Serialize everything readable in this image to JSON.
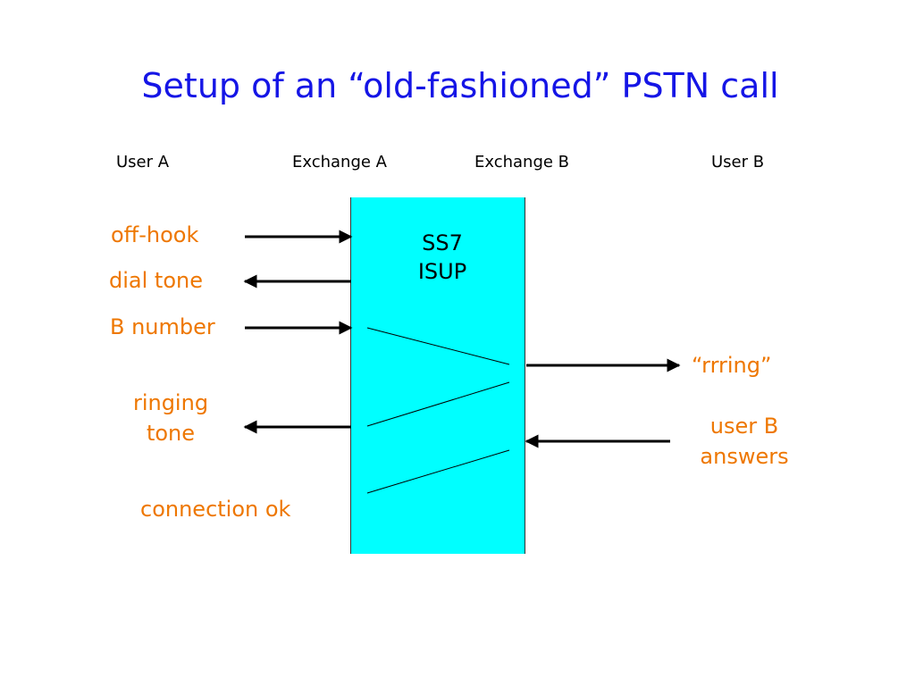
{
  "title": "Setup of an “old-fashioned” PSTN call",
  "columns": {
    "user_a": "User A",
    "exchange_a": "Exchange A",
    "exchange_b": "Exchange B",
    "user_b": "User B"
  },
  "protocol": {
    "line1": "SS7",
    "line2": "ISUP"
  },
  "events": {
    "off_hook": "off-hook",
    "dial_tone": "dial tone",
    "b_number": "B number",
    "ringing_tone_1": "ringing",
    "ringing_tone_2": "tone",
    "connection_ok": "connection ok",
    "rrring": "“rrring”",
    "user_b_answers_1": "user B",
    "user_b_answers_2": "answers"
  },
  "colors": {
    "title": "#1515e6",
    "event_label": "#ee7700",
    "exchange_box": "#00ffff"
  }
}
